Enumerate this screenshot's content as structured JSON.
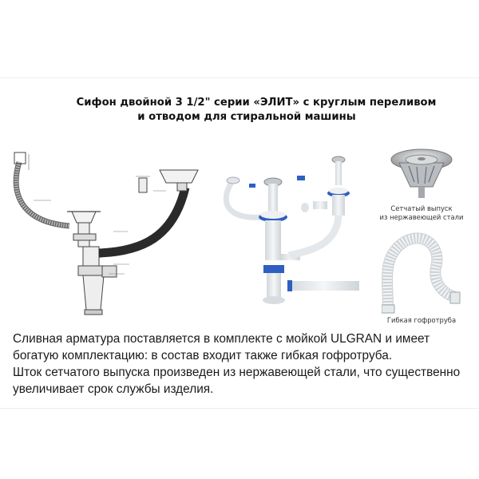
{
  "title": {
    "line1": "Сифон двойной 3 1/2\" серии «ЭЛИТ» с круглым переливом",
    "line2": "и отводом для стиральной машины"
  },
  "captions": {
    "basket": [
      "Сетчатый выпуск",
      "из нержавеющей стали"
    ],
    "hose": "Гибкая гофротруба"
  },
  "description": [
    "Сливная арматура поставляется в комплекте с мойкой ULGRAN и имеет богатую комплектацию: в состав входит также гибкая гофротруба.",
    "Шток сетчатого выпуска произведен из нержавеющей стали, что существенно увеличивает срок службы изделия."
  ],
  "colors": {
    "background": "#ffffff",
    "hose_dark": "#2a2a2a",
    "plastic": "#e4e8ea",
    "blue_seal": "#2f5fc0",
    "steel": "#b9bcc0"
  }
}
